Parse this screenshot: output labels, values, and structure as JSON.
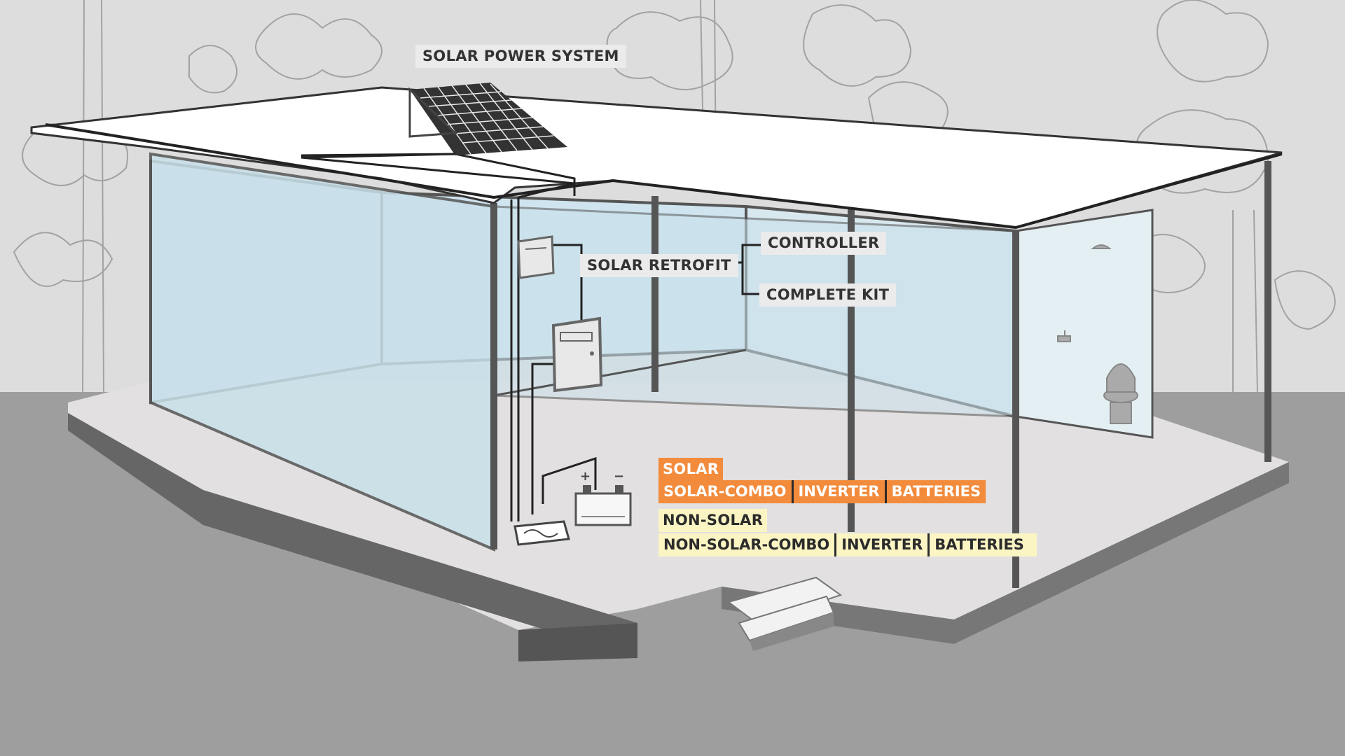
{
  "labels": {
    "solar_power_system": "SOLAR POWER SYSTEM",
    "solar_retrofit": "SOLAR RETROFIT",
    "controller": "CONTROLLER",
    "complete_kit": "COMPLETE KIT"
  },
  "solar_group": {
    "title": "SOLAR",
    "combo": "SOLAR-COMBO",
    "inverter": "INVERTER",
    "batteries": "BATTERIES",
    "color": "#f28b3c"
  },
  "non_solar_group": {
    "title": "NON-SOLAR",
    "combo": "NON-SOLAR-COMBO",
    "inverter": "INVERTER",
    "batteries": "BATTERIES",
    "color": "#fbf5c4"
  },
  "battery_terminals": {
    "positive": "+",
    "negative": "−"
  },
  "colors": {
    "background_sketch": "#dddddd",
    "ground": "#9e9e9e",
    "floor": "#e2e0e0",
    "glass": "#cfe4ee",
    "wall_frame": "#555555",
    "roof": "#ffffff"
  }
}
